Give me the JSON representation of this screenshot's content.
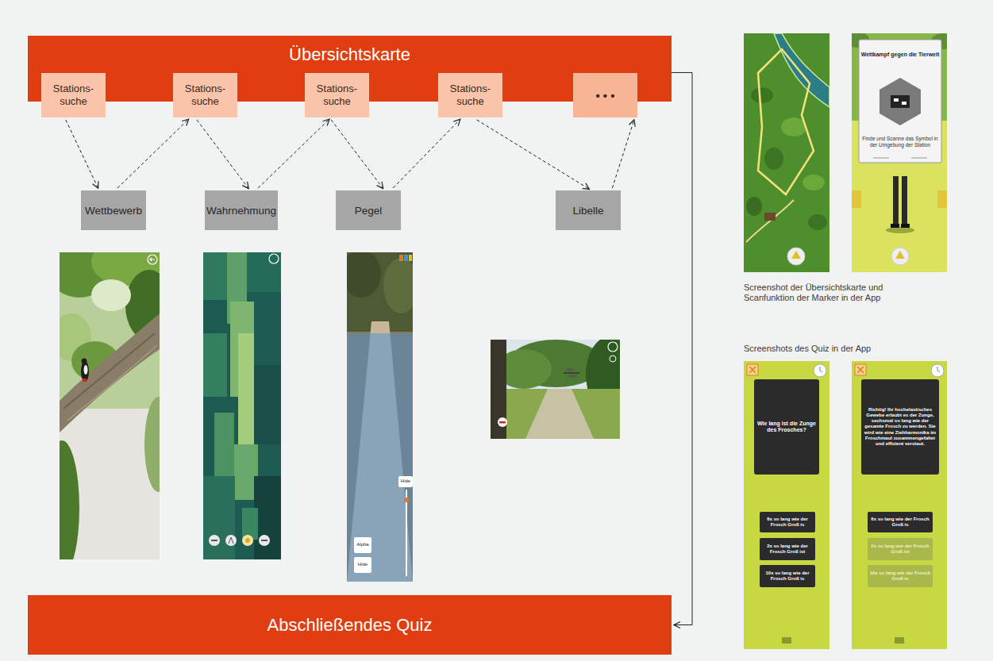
{
  "diagram": {
    "nodes": [
      {
        "text": [
          "Übersichtskarte"
        ]
      },
      {
        "text": [
          "Stations- suche"
        ]
      },
      {
        "text": [
          "Stations- suche"
        ]
      },
      {
        "text": [
          "Stations- suche"
        ]
      },
      {
        "text": [
          "Stations- suche"
        ]
      },
      {
        "text": [
          "• • •"
        ]
      },
      {
        "text": [
          "Wettbewerb"
        ]
      },
      {
        "text": [
          "Wahrnehmung"
        ]
      },
      {
        "text": [
          "Pegel"
        ]
      },
      {
        "text": [
          "Libelle"
        ]
      },
      {
        "text": [
          "Abschließendes Quiz"
        ]
      }
    ],
    "edges": [
      {
        "from": 1,
        "to": 6,
        "arrow": "to"
      },
      {
        "from": 6,
        "to": 2,
        "arrow": "to"
      },
      {
        "from": 2,
        "to": 7,
        "arrow": "to"
      },
      {
        "from": 7,
        "to": 3,
        "arrow": "to"
      },
      {
        "from": 3,
        "to": 8,
        "arrow": "to"
      },
      {
        "from": 8,
        "to": 4,
        "arrow": "to"
      },
      {
        "from": 4,
        "to": 9,
        "arrow": "to"
      },
      {
        "from": 9,
        "to": 5,
        "arrow": "to"
      },
      {
        "from": 0,
        "to": 10,
        "arrow": "to"
      }
    ],
    "labels": [
      "Hide",
      "Alpha",
      "Hide",
      "Wettkampf gegen die Tierwelt",
      "Finde und Scanne das Symbol in der Umgebung der Station",
      "Screenshot der Übersichtskarte und Scanfunktion der Marker in der App",
      "Screenshots des Quiz in der App",
      "Wie lang ist die Zunge des Frosches?",
      "6x so lang wie der Frosch Groß is",
      "2x so lang wie der Frosch Groß ist",
      "10x so lang wie der Frosch Groß is",
      "Richtig! Ihr hochelastisches Gewebe erlaubt es der Zunge, sechsmal so lang wie der gesamte Frosch zu werden. Sie wird wie eine Ziehharmonika im Froschmaul zusammengefaltet und effizient verstaut.",
      "6x so lang wie der Frosch Groß is",
      "2x so lang wie der Frosch Groß ist",
      "10x so lang wie der Frosch Groß is"
    ]
  }
}
